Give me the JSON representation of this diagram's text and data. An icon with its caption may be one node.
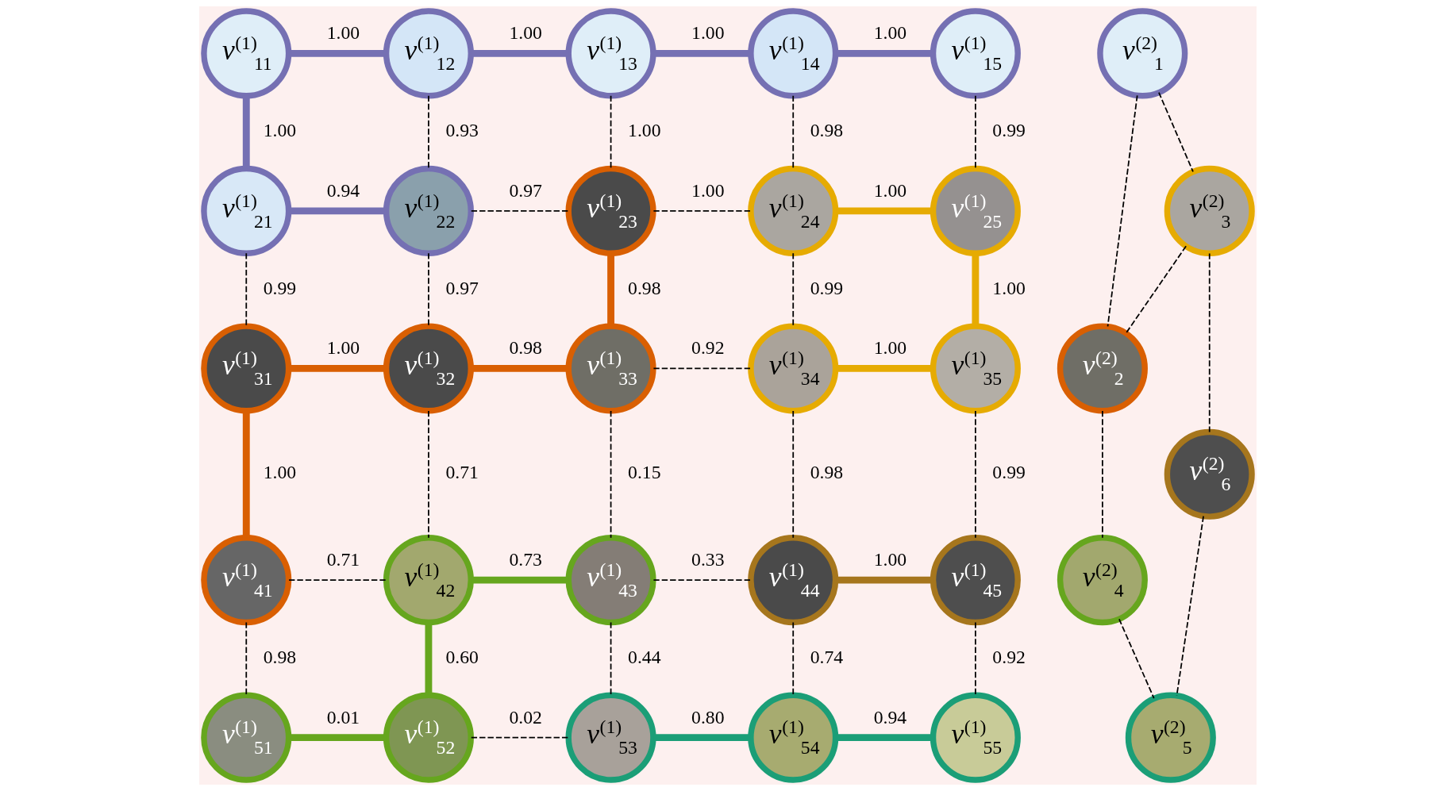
{
  "diagram": {
    "nodes": [
      {
        "text": [
          "v$^{(1)}$$_{11}$"
        ]
      },
      {
        "text": [
          "v$^{(1)}$$_{12}$"
        ]
      },
      {
        "text": [
          "v$^{(1)}$$_{13}$"
        ]
      },
      {
        "text": [
          "v$^{(1)}$$_{14}$"
        ]
      },
      {
        "text": [
          "v$^{(1)}$$_{15}$"
        ]
      },
      {
        "text": [
          "v$^{(1)}$$_{21}$"
        ]
      },
      {
        "text": [
          "v$^{(1)}$$_{22}$"
        ]
      },
      {
        "text": [
          "v$^{(1)}$$_{23}$"
        ]
      },
      {
        "text": [
          "v$^{(1)}$$_{24}$"
        ]
      },
      {
        "text": [
          "v$^{(1)}$$_{25}$"
        ]
      },
      {
        "text": [
          "v$^{(1)}$$_{31}$"
        ]
      },
      {
        "text": [
          "v$^{(1)}$$_{32}$"
        ]
      },
      {
        "text": [
          "v$^{(1)}$$_{33}$"
        ]
      },
      {
        "text": [
          "v$^{(1)}$$_{34}$"
        ]
      },
      {
        "text": [
          "v$^{(1)}$$_{35}$"
        ]
      },
      {
        "text": [
          "v$^{(1)}$$_{41}$"
        ]
      },
      {
        "text": [
          "v$^{(1)}$$_{42}$"
        ]
      },
      {
        "text": [
          "v$^{(1)}$$_{43}$"
        ]
      },
      {
        "text": [
          "v$^{(1)}$$_{44}$"
        ]
      },
      {
        "text": [
          "v$^{(1)}$$_{45}$"
        ]
      },
      {
        "text": [
          "v$^{(1)}$$_{51}$"
        ]
      },
      {
        "text": [
          "v$^{(1)}$$_{52}$"
        ]
      },
      {
        "text": [
          "v$^{(1)}$$_{53}$"
        ]
      },
      {
        "text": [
          "v$^{(1)}$$_{54}$"
        ]
      },
      {
        "text": [
          "v$^{(1)}$$_{55}$"
        ]
      },
      {
        "text": [
          "v$^{(2)}$$_{1}$"
        ]
      },
      {
        "text": [
          "v$^{(2)}$$_{2}$"
        ]
      },
      {
        "text": [
          "v$^{(2)}$$_{3}$"
        ]
      },
      {
        "text": [
          "v$^{(2)}$$_{4}$"
        ]
      },
      {
        "text": [
          "v$^{(2)}$$_{5}$"
        ]
      },
      {
        "text": [
          "v$^{(2)}$$_{6}$"
        ]
      }
    ],
    "edges": [
      {
        "from": 0,
        "to": 1,
        "arrow": "none",
        "label": "1.00",
        "style": "thick",
        "color": "#7570b3"
      },
      {
        "from": 1,
        "to": 2,
        "arrow": "none",
        "label": "1.00",
        "style": "thick",
        "color": "#7570b3"
      },
      {
        "from": 2,
        "to": 3,
        "arrow": "none",
        "label": "1.00",
        "style": "thick",
        "color": "#7570b3"
      },
      {
        "from": 3,
        "to": 4,
        "arrow": "none",
        "label": "1.00",
        "style": "thick",
        "color": "#7570b3"
      },
      {
        "from": 0,
        "to": 5,
        "arrow": "none",
        "label": "1.00",
        "style": "thick",
        "color": "#7570b3"
      },
      {
        "from": 1,
        "to": 6,
        "arrow": "none",
        "label": "0.93",
        "style": "dashed"
      },
      {
        "from": 2,
        "to": 7,
        "arrow": "none",
        "label": "1.00",
        "style": "dashed"
      },
      {
        "from": 3,
        "to": 8,
        "arrow": "none",
        "label": "0.98",
        "style": "dashed"
      },
      {
        "from": 4,
        "to": 9,
        "arrow": "none",
        "label": "0.99",
        "style": "dashed"
      },
      {
        "from": 5,
        "to": 6,
        "arrow": "none",
        "label": "0.94",
        "style": "thick",
        "color": "#7570b3"
      },
      {
        "from": 6,
        "to": 7,
        "arrow": "none",
        "label": "0.97",
        "style": "dashed"
      },
      {
        "from": 7,
        "to": 8,
        "arrow": "none",
        "label": "1.00",
        "style": "dashed"
      },
      {
        "from": 8,
        "to": 9,
        "arrow": "none",
        "label": "1.00",
        "style": "thick",
        "color": "#e6ab02"
      },
      {
        "from": 5,
        "to": 10,
        "arrow": "none",
        "label": "0.99",
        "style": "dashed"
      },
      {
        "from": 6,
        "to": 11,
        "arrow": "none",
        "label": "0.97",
        "style": "dashed"
      },
      {
        "from": 7,
        "to": 12,
        "arrow": "none",
        "label": "0.98",
        "style": "thick",
        "color": "#d95f02"
      },
      {
        "from": 8,
        "to": 13,
        "arrow": "none",
        "label": "0.99",
        "style": "dashed"
      },
      {
        "from": 9,
        "to": 14,
        "arrow": "none",
        "label": "1.00",
        "style": "thick",
        "color": "#e6ab02"
      },
      {
        "from": 10,
        "to": 11,
        "arrow": "none",
        "label": "1.00",
        "style": "thick",
        "color": "#d95f02"
      },
      {
        "from": 11,
        "to": 12,
        "arrow": "none",
        "label": "0.98",
        "style": "thick",
        "color": "#d95f02"
      },
      {
        "from": 12,
        "to": 13,
        "arrow": "none",
        "label": "0.92",
        "style": "dashed"
      },
      {
        "from": 13,
        "to": 14,
        "arrow": "none",
        "label": "1.00",
        "style": "thick",
        "color": "#e6ab02"
      },
      {
        "from": 10,
        "to": 15,
        "arrow": "none",
        "label": "1.00",
        "style": "thick",
        "color": "#d95f02"
      },
      {
        "from": 11,
        "to": 16,
        "arrow": "none",
        "label": "0.71",
        "style": "dashed"
      },
      {
        "from": 12,
        "to": 17,
        "arrow": "none",
        "label": "0.15",
        "style": "dashed"
      },
      {
        "from": 13,
        "to": 18,
        "arrow": "none",
        "label": "0.98",
        "style": "dashed"
      },
      {
        "from": 14,
        "to": 19,
        "arrow": "none",
        "label": "0.99",
        "style": "dashed"
      },
      {
        "from": 15,
        "to": 16,
        "arrow": "none",
        "label": "0.71",
        "style": "dashed"
      },
      {
        "from": 16,
        "to": 17,
        "arrow": "none",
        "label": "0.73",
        "style": "thick",
        "color": "#66a61e"
      },
      {
        "from": 17,
        "to": 18,
        "arrow": "none",
        "label": "0.33",
        "style": "dashed"
      },
      {
        "from": 18,
        "to": 19,
        "arrow": "none",
        "label": "1.00",
        "style": "thick",
        "color": "#a6761d"
      },
      {
        "from": 15,
        "to": 20,
        "arrow": "none",
        "label": "0.98",
        "style": "dashed"
      },
      {
        "from": 16,
        "to": 21,
        "arrow": "none",
        "label": "0.60",
        "style": "thick",
        "color": "#66a61e"
      },
      {
        "from": 17,
        "to": 22,
        "arrow": "none",
        "label": "0.44",
        "style": "dashed"
      },
      {
        "from": 18,
        "to": 23,
        "arrow": "none",
        "label": "0.74",
        "style": "dashed"
      },
      {
        "from": 19,
        "to": 24,
        "arrow": "none",
        "label": "0.92",
        "style": "dashed"
      },
      {
        "from": 20,
        "to": 21,
        "arrow": "none",
        "label": "0.01",
        "style": "thick",
        "color": "#66a61e"
      },
      {
        "from": 21,
        "to": 22,
        "arrow": "none",
        "label": "0.02",
        "style": "dashed"
      },
      {
        "from": 22,
        "to": 23,
        "arrow": "none",
        "label": "0.80",
        "style": "thick",
        "color": "#1b9e77"
      },
      {
        "from": 23,
        "to": 24,
        "arrow": "none",
        "label": "0.94",
        "style": "thick",
        "color": "#1b9e77"
      },
      {
        "from": 25,
        "to": 26,
        "arrow": "none",
        "style": "dashed"
      },
      {
        "from": 25,
        "to": 27,
        "arrow": "none",
        "style": "dashed"
      },
      {
        "from": 27,
        "to": 26,
        "arrow": "none",
        "style": "dashed"
      },
      {
        "from": 26,
        "to": 28,
        "arrow": "none",
        "style": "dashed"
      },
      {
        "from": 27,
        "to": 30,
        "arrow": "none",
        "style": "dashed"
      },
      {
        "from": 28,
        "to": 29,
        "arrow": "none",
        "style": "dashed"
      },
      {
        "from": 30,
        "to": 29,
        "arrow": "none",
        "style": "dashed"
      }
    ]
  }
}
